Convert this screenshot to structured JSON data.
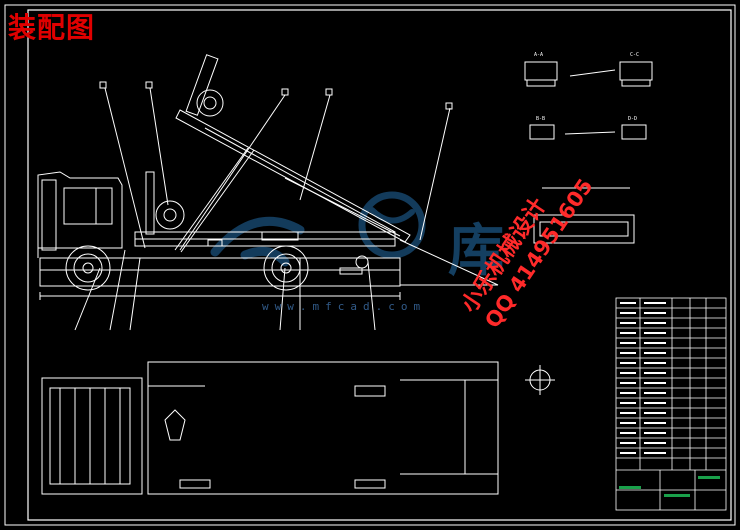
{
  "drawing": {
    "title": "装配图",
    "watermark_line1": "小乐机械设计",
    "watermark_line2": "QQ 414951605",
    "watermark_url": "www.mfcad.com",
    "colors": {
      "background": "#000000",
      "lines": "#ffffff",
      "title": "#e00000",
      "watermark": "#ff2a2a",
      "logo": "#1a4f7a",
      "title_block_accent": "#19a04a"
    },
    "logo_glyph": "库",
    "section_labels": [
      "A-A",
      "C-C",
      "B-B",
      "D-D"
    ]
  }
}
